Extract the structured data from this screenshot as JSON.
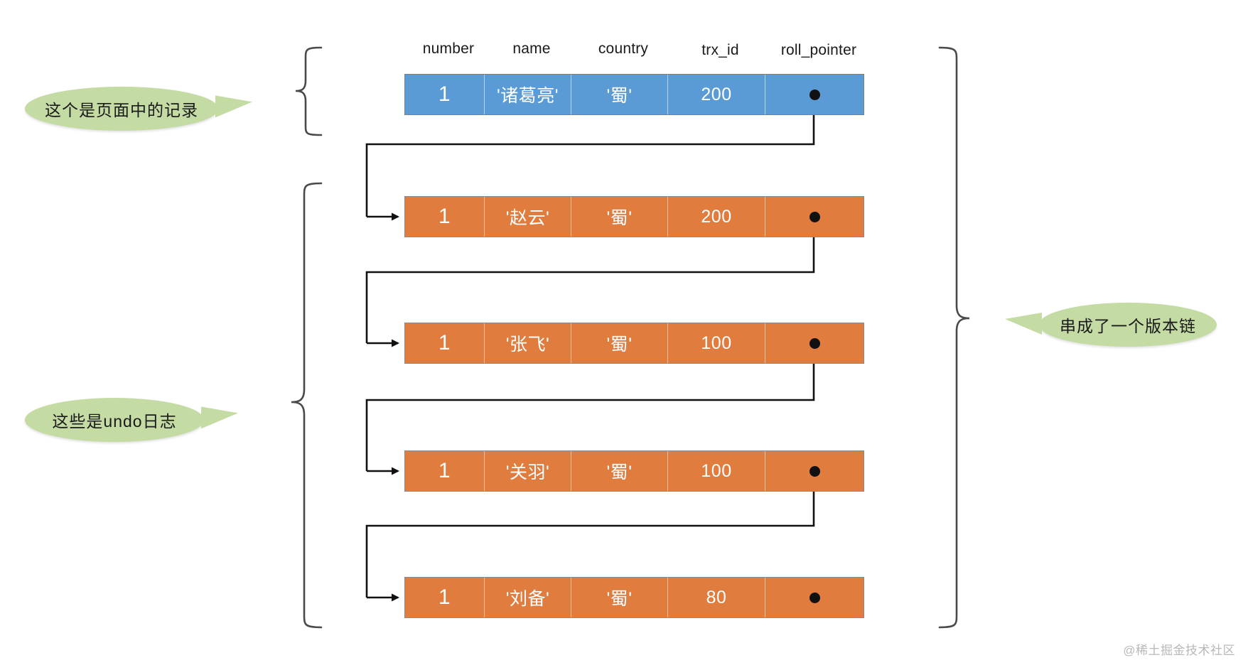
{
  "diagram": {
    "title": "InnoDB record version chain with undo logs",
    "columns": [
      {
        "label": "number"
      },
      {
        "label": "name"
      },
      {
        "label": "country"
      },
      {
        "label": "trx_id"
      },
      {
        "label": "roll_pointer"
      }
    ],
    "page_record": {
      "kind": "page-record",
      "color": "#5b9bd5",
      "number": "1",
      "name": "'诸葛亮'",
      "country": "'蜀'",
      "trx_id": "200",
      "roll_pointer": "pointer-dot"
    },
    "undo_logs": [
      {
        "kind": "undo-log",
        "color": "#e07c3e",
        "number": "1",
        "name": "'赵云'",
        "country": "'蜀'",
        "trx_id": "200",
        "roll_pointer": "pointer-dot"
      },
      {
        "kind": "undo-log",
        "color": "#e07c3e",
        "number": "1",
        "name": "'张飞'",
        "country": "'蜀'",
        "trx_id": "100",
        "roll_pointer": "pointer-dot"
      },
      {
        "kind": "undo-log",
        "color": "#e07c3e",
        "number": "1",
        "name": "'关羽'",
        "country": "'蜀'",
        "trx_id": "100",
        "roll_pointer": "pointer-dot"
      },
      {
        "kind": "undo-log",
        "color": "#e07c3e",
        "number": "1",
        "name": "'刘备'",
        "country": "'蜀'",
        "trx_id": "80",
        "roll_pointer": "pointer-dot"
      }
    ],
    "annotations": {
      "page_record_note": "这个是页面中的记录",
      "undo_logs_note": "这些是undo日志",
      "version_chain_note": "串成了一个版本链"
    },
    "colors": {
      "record_blue": "#5b9bd5",
      "undo_orange": "#e07c3e",
      "bubble_green": "#c5dba4",
      "line_black": "#111111",
      "brace_gray": "#4a4a4a"
    },
    "watermark": "@稀土掘金技术社区"
  }
}
